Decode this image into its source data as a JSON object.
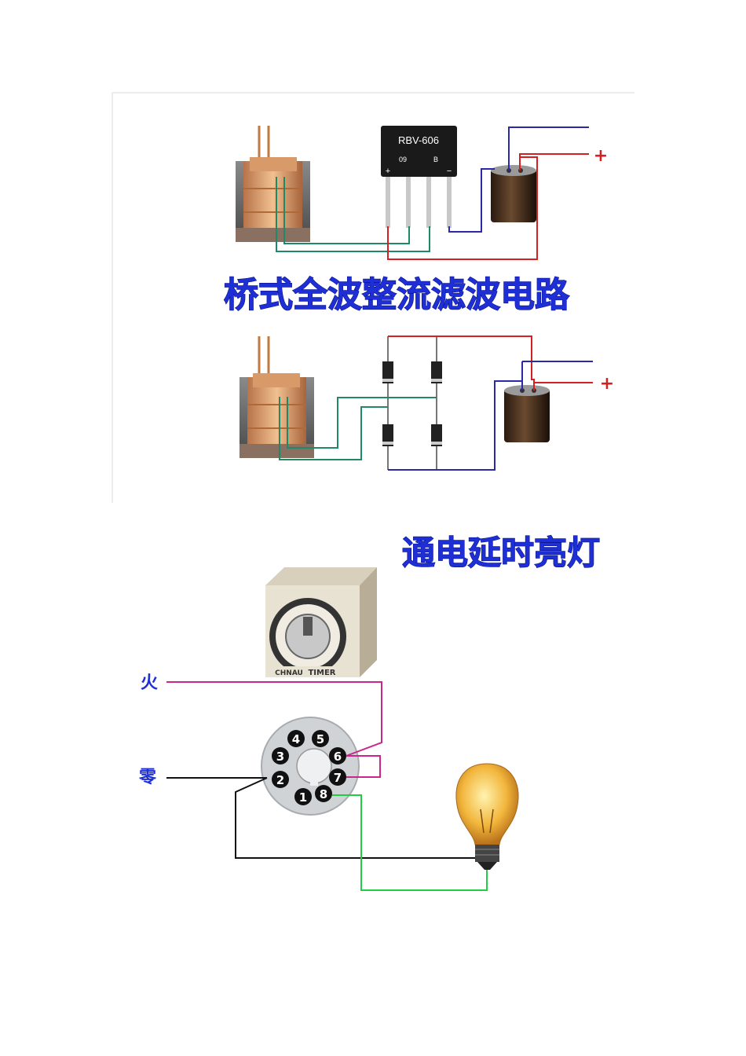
{
  "bridge_section": {
    "title": "桥式全波整流滤波电路",
    "chip_label": "RBV-606",
    "chip_code_left": "09",
    "chip_code_right": "B",
    "chip_plus": "+",
    "chip_minus": "−",
    "output_plus_top": "+",
    "output_plus_bottom": "+"
  },
  "timer_section": {
    "title": "通电延时亮灯",
    "timer_brand": "CHNAU",
    "timer_label": "TIMER",
    "live_label": "火",
    "neutral_label": "零",
    "pins": [
      "1",
      "2",
      "3",
      "4",
      "5",
      "6",
      "7",
      "8"
    ]
  },
  "colors": {
    "title": "#1f2fd6",
    "wire_blue": "#2a2aa8",
    "wire_red": "#d42020",
    "wire_teal": "#1f8a6a",
    "wire_magenta": "#c8288c",
    "wire_black": "#111111",
    "wire_green": "#22cc44"
  }
}
